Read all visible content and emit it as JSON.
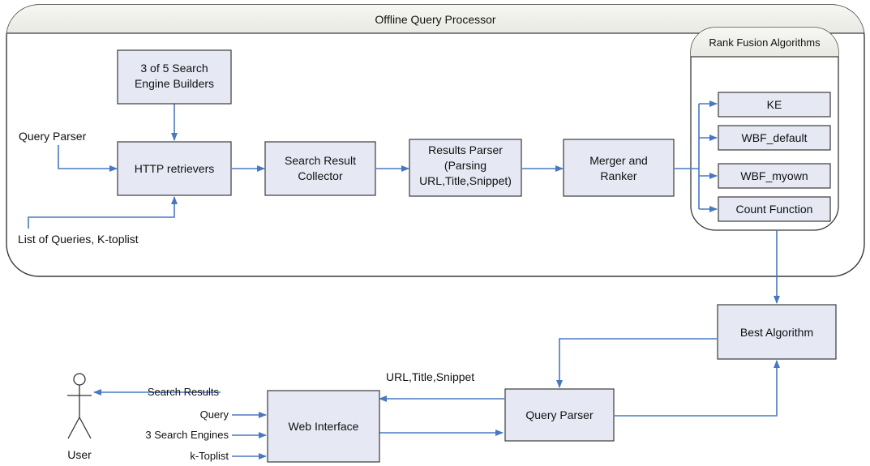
{
  "diagram": {
    "colors": {
      "box_fill": "#e6e9f4",
      "line": "#4a78c0",
      "border": "#3a3a3a",
      "header_fill": "#f1f1ec"
    },
    "offline_title": "Offline Query Processor",
    "rank_fusion_title": "Rank Fusion Algorithms",
    "boxes": {
      "builders": [
        "3 of 5 Search",
        "Engine Builders"
      ],
      "http_retrievers": [
        "HTTP retrievers"
      ],
      "collector": [
        "Search Result",
        "Collector"
      ],
      "results_parser": [
        "Results Parser",
        "(Parsing",
        "URL,Title,Snippet)"
      ],
      "merger": [
        "Merger and",
        "Ranker"
      ],
      "ke": [
        "KE"
      ],
      "wbf_default": [
        "WBF_default"
      ],
      "wbf_myown": [
        "WBF_myown"
      ],
      "count_function": [
        "Count Function"
      ],
      "best_algorithm": [
        "Best Algorithm"
      ],
      "web_interface": [
        "Web Interface"
      ],
      "query_parser_bottom": [
        "Query Parser"
      ]
    },
    "labels": {
      "query_parser_input": "Query Parser",
      "list_of_queries": "List of Queries, K-toplist",
      "search_results": "Search Results",
      "query": "Query",
      "three_engines": "3 Search Engines",
      "k_toplist": "k-Toplist",
      "url_title_snippet": "URL,Title,Snippet",
      "user": "User"
    }
  }
}
